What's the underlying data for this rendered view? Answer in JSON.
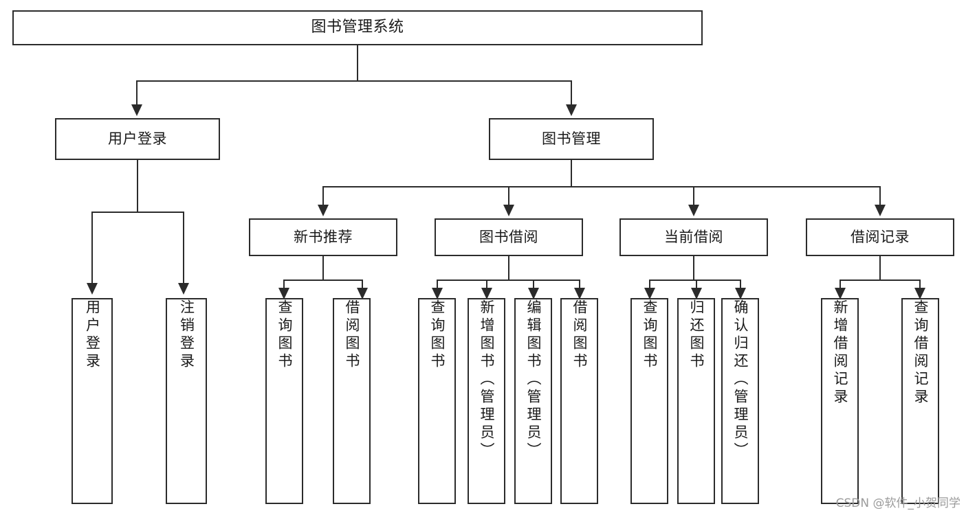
{
  "diagram": {
    "title": "图书管理系统",
    "type": "tree",
    "root": {
      "label": "图书管理系统"
    },
    "level2": [
      {
        "label": "用户登录"
      },
      {
        "label": "图书管理"
      }
    ],
    "level3": [
      {
        "label": "新书推荐"
      },
      {
        "label": "图书借阅"
      },
      {
        "label": "当前借阅"
      },
      {
        "label": "借阅记录"
      }
    ],
    "leaves": {
      "user_login": [
        {
          "label": "用户登录"
        },
        {
          "label": "注销登录"
        }
      ],
      "new_book_recommend": [
        {
          "label": "查询图书"
        },
        {
          "label": "借阅图书"
        }
      ],
      "book_borrow": [
        {
          "label": "查询图书"
        },
        {
          "label": "新增图书（管理员）"
        },
        {
          "label": "编辑图书（管理员）"
        },
        {
          "label": "借阅图书"
        }
      ],
      "current_borrow": [
        {
          "label": "查询图书"
        },
        {
          "label": "归还图书"
        },
        {
          "label": "确认归还（管理员）"
        }
      ],
      "borrow_record": [
        {
          "label": "新增借阅记录"
        },
        {
          "label": "查询借阅记录"
        }
      ]
    }
  },
  "watermark": {
    "text": "CSDN @软件_小贺同学"
  },
  "colors": {
    "stroke": "#2b2b2b",
    "text": "#1a1a1a",
    "background": "#ffffff",
    "watermark": "#9b9b9b"
  }
}
